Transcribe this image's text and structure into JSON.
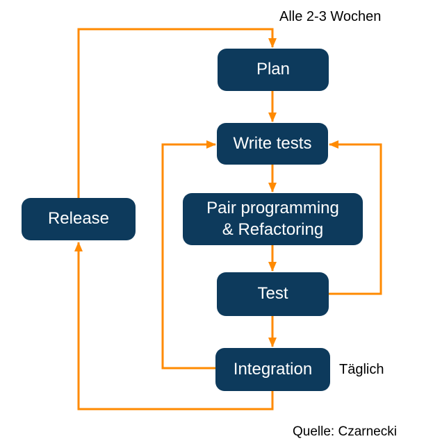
{
  "diagram": {
    "annotations": {
      "cycle": "Alle 2-3 Wochen",
      "daily": "Täglich",
      "source": "Quelle: Czarnecki"
    },
    "nodes": [
      {
        "id": "plan",
        "label": "Plan"
      },
      {
        "id": "write_tests",
        "label": "Write tests"
      },
      {
        "id": "pair_programming",
        "label": "Pair programming\n& Refactoring"
      },
      {
        "id": "test",
        "label": "Test"
      },
      {
        "id": "integration",
        "label": "Integration"
      },
      {
        "id": "release",
        "label": "Release"
      }
    ],
    "edges": [
      {
        "from": "release",
        "to": "plan"
      },
      {
        "from": "plan",
        "to": "write_tests"
      },
      {
        "from": "write_tests",
        "to": "pair_programming"
      },
      {
        "from": "pair_programming",
        "to": "test"
      },
      {
        "from": "test",
        "to": "integration"
      },
      {
        "from": "test",
        "to": "write_tests"
      },
      {
        "from": "integration",
        "to": "write_tests"
      },
      {
        "from": "integration",
        "to": "release"
      }
    ],
    "colors": {
      "node_fill": "#0d3a5c",
      "node_text": "#ffffff",
      "arrow": "#ff8a00",
      "annotation_text": "#000000",
      "background": "#ffffff"
    }
  }
}
